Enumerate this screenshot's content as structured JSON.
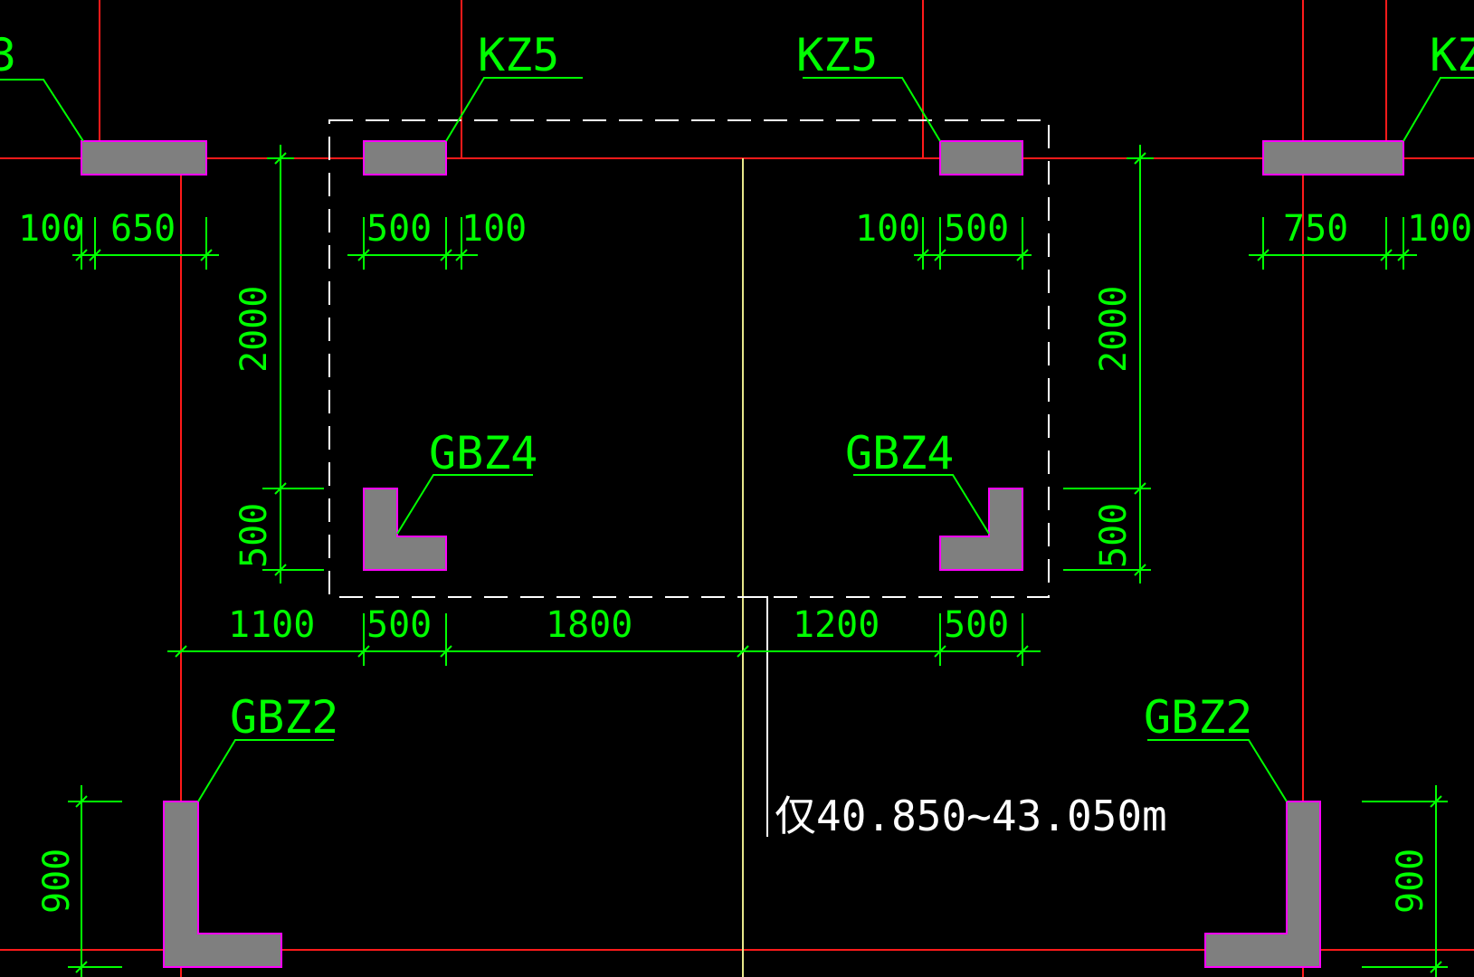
{
  "colors": {
    "background": "#000000",
    "axis_red": "#ff1a1a",
    "axis_yellow": "#e6e68a",
    "dimension_green": "#00ff00",
    "element_fill": "#7f7f7f",
    "element_outline": "#ff00ff",
    "boundary_white": "#ffffff"
  },
  "labels": {
    "edge_left_fragment": "3",
    "kz5_left": "KZ5",
    "kz5_right": "KZ5",
    "edge_right_fragment": "KZ",
    "gbz4_left": "GBZ4",
    "gbz4_right": "GBZ4",
    "gbz2_left": "GBZ2",
    "gbz2_right": "GBZ2",
    "elevation_note": "仅40.850~43.050m"
  },
  "dimensions": {
    "top_100_a": "100",
    "top_650": "650",
    "top_500_a": "500",
    "top_100_b": "100",
    "top_100_c": "100",
    "top_500_b": "500",
    "top_750": "750",
    "top_100_d": "100",
    "left_2000": "2000",
    "left_500": "500",
    "right_2000": "2000",
    "right_500": "500",
    "bot_1100": "1100",
    "bot_500_a": "500",
    "bot_1800": "1800",
    "bot_1200": "1200",
    "bot_500_b": "500",
    "left_900": "900",
    "right_900": "900"
  }
}
